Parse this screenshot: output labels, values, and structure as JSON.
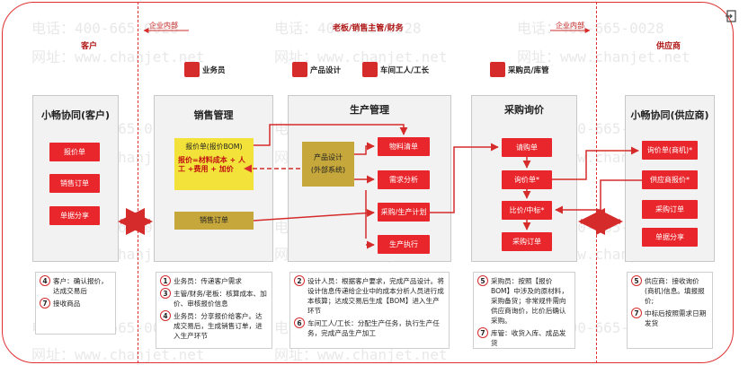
{
  "zones": {
    "customer": "客户",
    "enterprise_internal_left": "企业内部",
    "management": "老板/销售主管/财务",
    "enterprise_internal_right": "企业内部",
    "supplier": "供应商"
  },
  "roles": {
    "salesman": "业务员",
    "product_design": "产品设计",
    "workshop": "车间工人/工长",
    "purchaser": "采购员/库管"
  },
  "columns": {
    "customer": {
      "title": "小畅协同(客户)",
      "buttons": [
        "报价单",
        "销售订单",
        "单据分享"
      ]
    },
    "sales": {
      "title": "销售管理",
      "quote_header": "报价单(报价BOM)",
      "quote_formula": "报价=材料成本 + 人工 +费用 + 加价",
      "order": "销售订单"
    },
    "production": {
      "title": "生产管理",
      "design_box": [
        "产品设计",
        "(外部系统)"
      ],
      "buttons": [
        "物料清单",
        "需求分析",
        "采购/生产计划",
        "生产执行"
      ]
    },
    "purchase": {
      "title": "采购询价",
      "buttons": [
        "请购单",
        "询价单*",
        "比价/中标*",
        "采购订单"
      ]
    },
    "supplier": {
      "title": "小畅协同(供应商)",
      "buttons": [
        "询价单(商机)*",
        "供应商报价*",
        "采购订单",
        "单据分享"
      ]
    }
  },
  "notes": {
    "customer": [
      {
        "num": "4",
        "text": "客户：确认报价，达成交易后"
      },
      {
        "num": "7",
        "text": "接收商品"
      }
    ],
    "sales": [
      {
        "num": "1",
        "text": "业务员：传递客户需求"
      },
      {
        "num": "3",
        "text": "主管/财务/老板：核算成本、加价、审核报价信息"
      },
      {
        "num": "4",
        "text": "业务员：分享报价给客户。达成交易后，生成销售订单，进入生产环节"
      }
    ],
    "production": [
      {
        "num": "2",
        "text": "设计人员：根据客户要求，完成产品设计。将设计信息传递给企业中的成本分析人员进行成本核算；达成交易后生成【BOM】进入生产环节"
      },
      {
        "num": "6",
        "text": "车间工人/工长：分配生产任务，执行生产任务，完成产品生产加工"
      }
    ],
    "purchase": [
      {
        "num": "5",
        "text": "采购员：按照【报价BOM】中涉及的原材料，采购备货；非常规件需向供应商询价，比价后确认采购。"
      },
      {
        "num": "7",
        "text": "库管：收货入库、成品发货"
      }
    ],
    "supplier": [
      {
        "num": "5",
        "text": "供应商：接收询价(商机)信息。填报报价;"
      },
      {
        "num": "7",
        "text": "中标后按照需求日期发货"
      }
    ]
  },
  "watermark": {
    "phone": "电话：400-665-0028",
    "web": "网址：www.chanjet.net"
  },
  "colors": {
    "accent": "#e8262b",
    "yellow": "#f2e23a",
    "gold": "#c6a73b",
    "panel": "#f2f2f2"
  },
  "corner_icon": "exit-icon"
}
